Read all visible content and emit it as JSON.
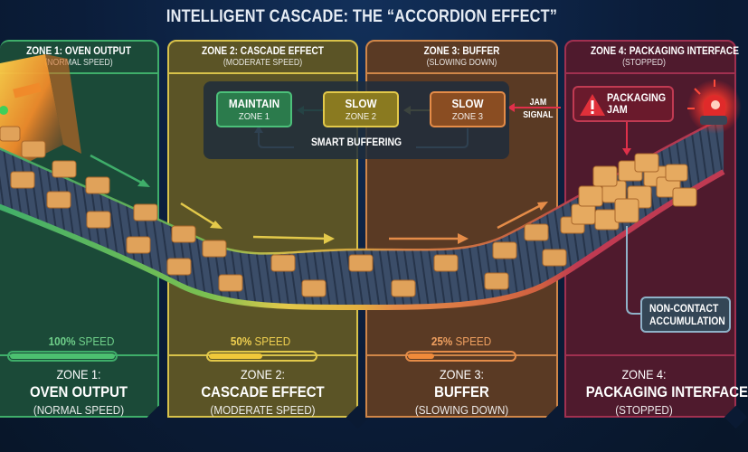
{
  "title": "INTELLIGENT CASCADE: THE “ACCORDION EFFECT”",
  "zones": [
    {
      "header": "ZONE 1: OVEN OUTPUT",
      "subheader": "(NORMAL SPEED)",
      "speed_value": "100%",
      "speed_label": "SPEED",
      "speed_pct": 100,
      "footer_zone": "ZONE 1:",
      "footer_name": "OVEN OUTPUT",
      "footer_state": "(NORMAL SPEED)",
      "color": "#3fae6a"
    },
    {
      "header": "ZONE 2: CASCADE EFFECT",
      "subheader": "(MODERATE SPEED)",
      "speed_value": "50%",
      "speed_label": "SPEED",
      "speed_pct": 50,
      "footer_zone": "ZONE 2:",
      "footer_name": "CASCADE EFFECT",
      "footer_state": "(MODERATE SPEED)",
      "color": "#e3c94a"
    },
    {
      "header": "ZONE 3: BUFFER",
      "subheader": "(SLOWING DOWN)",
      "speed_value": "25%",
      "speed_label": "SPEED",
      "speed_pct": 25,
      "footer_zone": "ZONE 3:",
      "footer_name": "BUFFER",
      "footer_state": "(SLOWING DOWN)",
      "color": "#e58c48"
    },
    {
      "header": "ZONE 4: PACKAGING INTERFACE",
      "subheader": "(STOPPED)",
      "footer_zone": "ZONE 4:",
      "footer_name": "PACKAGING INTERFACE",
      "footer_state": "(STOPPED)",
      "color": "#c03a52"
    }
  ],
  "flow": {
    "boxes": [
      {
        "action": "MAINTAIN",
        "zone": "ZONE 1"
      },
      {
        "action": "SLOW",
        "zone": "ZONE 2"
      },
      {
        "action": "SLOW",
        "zone": "ZONE 3"
      }
    ],
    "loop_label": "SMART BUFFERING",
    "signal_line1": "JAM",
    "signal_line2": "SIGNAL"
  },
  "alerts": {
    "jam_line1": "PACKAGING",
    "jam_line2": "JAM",
    "accumulation_line1": "NON-CONTACT",
    "accumulation_line2": "ACCUMULATION"
  },
  "icons": {
    "warning": "warning-triangle-icon",
    "beacon": "red-beacon-icon",
    "oven": "oven-icon"
  }
}
